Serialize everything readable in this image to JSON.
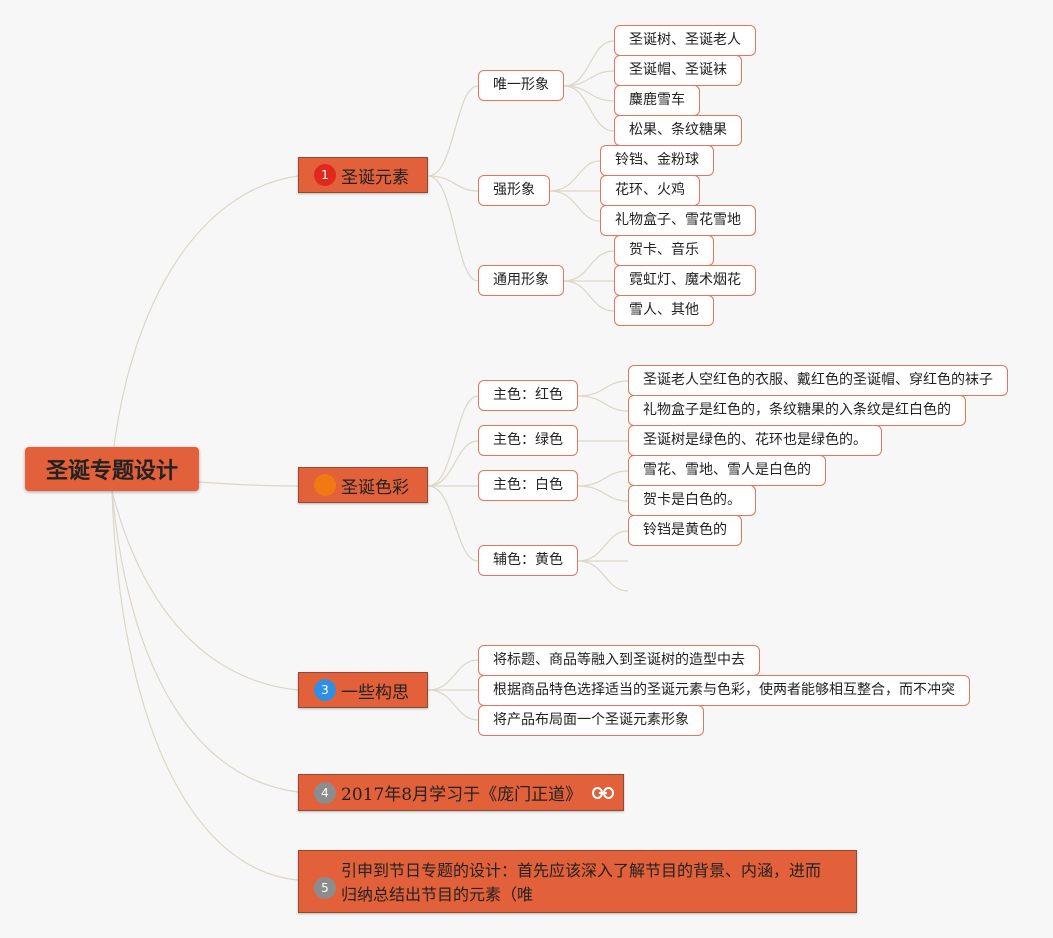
{
  "root": {
    "label": "圣诞专题设计"
  },
  "branches": [
    {
      "id": "elements",
      "badge": "1",
      "badge_color": "#e0281c",
      "label": "圣诞元素",
      "subs": [
        {
          "label": "唯一形象",
          "leaves": [
            "圣诞树、圣诞老人",
            "圣诞帽、圣诞袜",
            "麋鹿雪车",
            "松果、条纹糖果"
          ]
        },
        {
          "label": "强形象",
          "leaves": [
            "铃铛、金粉球",
            "花环、火鸡",
            "礼物盒子、雪花雪地"
          ]
        },
        {
          "label": "通用形象",
          "leaves": [
            "贺卡、音乐",
            "霓虹灯、魔术烟花",
            "雪人、其他"
          ]
        }
      ]
    },
    {
      "id": "colors",
      "badge": "",
      "badge_color": "#f07a12",
      "label": "圣诞色彩",
      "subs": [
        {
          "label": "主色：红色",
          "leaves": [
            "圣诞老人空红色的衣服、戴红色的圣诞帽、穿红色的袜子",
            "礼物盒子是红色的，条纹糖果的入条纹是红白色的"
          ]
        },
        {
          "label": "主色：绿色",
          "leaves": [
            "圣诞树是绿色的、花环也是绿色的。"
          ]
        },
        {
          "label": "主色：白色",
          "leaves": [
            "雪花、雪地、雪人是白色的",
            "贺卡是白色的。"
          ]
        },
        {
          "label": "辅色：黄色",
          "leaves": [
            "铃铛是黄色的"
          ]
        }
      ]
    },
    {
      "id": "ideas",
      "badge": "3",
      "badge_color": "#2f8fe0",
      "label": "一些构思",
      "leaves": [
        "将标题、商品等融入到圣诞树的造型中去",
        "根据商品特色选择适当的圣诞元素与色彩，使两者能够相互整合，而不冲突",
        "将产品布局面一个圣诞元素形象"
      ]
    },
    {
      "id": "source",
      "badge": "4",
      "badge_color": "#8c8c8c",
      "label": "2017年8月学习于《庞门正道》",
      "link_icon": "link-icon"
    },
    {
      "id": "extend",
      "badge": "5",
      "badge_color": "#8c8c8c",
      "label": "引申到节日专题的设计：首先应该深入了解节目的背景、内涵，进而归纳总结出节目的元素（唯"
    }
  ]
}
